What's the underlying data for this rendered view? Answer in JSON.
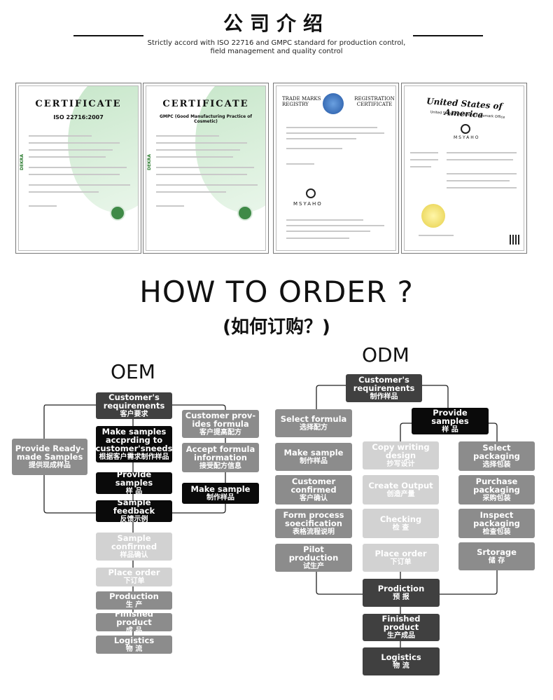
{
  "header": {
    "title_cn": "公司介绍",
    "subtitle_line1": "Strictly accord with ISO 22716 and GMPC standard for production control,",
    "subtitle_line2": "field management and quality control"
  },
  "certificates": [
    {
      "heading": "CERTIFICATE",
      "sub": "ISO 22716:2007",
      "brand": "DEKRA"
    },
    {
      "heading": "CERTIFICATE",
      "sub": "GMPC (Good Manufacturing Practice of Cosmetic)",
      "brand": "DEKRA"
    },
    {
      "heading_left": "TRADE MARKS REGISTRY",
      "heading_right": "REGISTRATION CERTIFICATE",
      "logo_text": "MSYAHO"
    },
    {
      "heading": "United States of America",
      "sub": "United States Patent and Trademark Office",
      "logo_text": "MSYAHO"
    }
  ],
  "how_to_order": {
    "title": "HOW TO ORDER ?",
    "title_cn": "(如何订购？)"
  },
  "oem": {
    "title": "OEM",
    "customer_req": {
      "en": "Customer's requirements",
      "zh": "客户要求"
    },
    "make_samples": {
      "en": "Make samples accprding to customer'sneeds",
      "zh": "根据客户需求制作样品"
    },
    "provide_samples": {
      "en": "Provlde samples",
      "zh": "样 品"
    },
    "sample_feedback": {
      "en": "Sample feedback",
      "zh": "反馈示例"
    },
    "ready_made": {
      "en": "Provide Ready-made Samples",
      "zh": "提供现成样品"
    },
    "customer_formula": {
      "en": "Customer prov-ides formula",
      "zh": "客户提高配方"
    },
    "accept_formula": {
      "en": "Accept formula information",
      "zh": "接受配方信息"
    },
    "make_sample": {
      "en": "Make sample",
      "zh": "制作样品"
    },
    "sample_confirmed": {
      "en": "Sample confirmed",
      "zh": "样品确认"
    },
    "place_order": {
      "en": "Place order",
      "zh": "下订单"
    },
    "production": {
      "en": "Production",
      "zh": "生 产"
    },
    "finished": {
      "en": "Finished product",
      "zh": "成 品"
    },
    "logistics": {
      "en": "Logistics",
      "zh": "物 流"
    }
  },
  "odm": {
    "title": "ODM",
    "customer_req": {
      "en": "Customer's requirements",
      "zh": "制作样品"
    },
    "provide_samples": {
      "en": "Provide samples",
      "zh": "样 品"
    },
    "select_formula": {
      "en": "Select formula",
      "zh": "选择配方"
    },
    "make_sample": {
      "en": "Make sample",
      "zh": "制作样品"
    },
    "customer_confirmed": {
      "en": "Customer confirmed",
      "zh": "客户确认"
    },
    "form_process": {
      "en": "Form process soecification",
      "zh": "表格流程说明"
    },
    "pilot": {
      "en": "Pilot production",
      "zh": "试生产"
    },
    "copy_writing": {
      "en": "Copy writing design",
      "zh": "抄写设计"
    },
    "create_output": {
      "en": "Create Output",
      "zh": "创造产量"
    },
    "checking": {
      "en": "Checking",
      "zh": "检 查"
    },
    "place_order": {
      "en": "Place order",
      "zh": "下订单"
    },
    "select_packaging": {
      "en": "Select packaging",
      "zh": "选择包装"
    },
    "purchase_packaging": {
      "en": "Purchase packaging",
      "zh": "采购包装"
    },
    "inspect_packaging": {
      "en": "Inspect packaging",
      "zh": "检查包装"
    },
    "storage": {
      "en": "Srtorage",
      "zh": "储 存"
    },
    "prodiction": {
      "en": "Prodiction",
      "zh": "预 报"
    },
    "finished": {
      "en": "Finished product",
      "zh": "生产成品"
    },
    "logistics": {
      "en": "Logistics",
      "zh": "物 流"
    }
  }
}
